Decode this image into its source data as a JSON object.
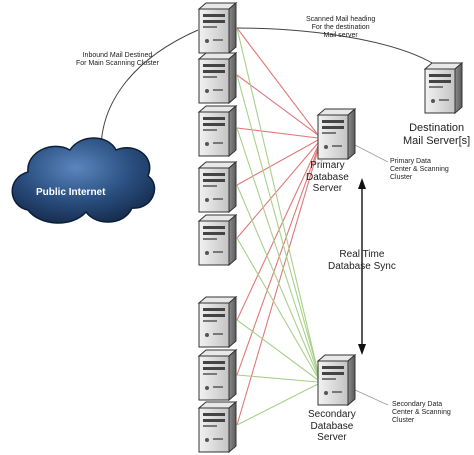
{
  "labels": {
    "inbound_line1": "Inbound Mail Destined",
    "inbound_line2": "For Main Scanning Cluster",
    "scanned_line1": "Scanned Mail heading",
    "scanned_line2": "For the destination",
    "scanned_line3": "Mail server",
    "destination_line1": "Destination",
    "destination_line2": "Mail Server[s]",
    "primary_line1": "Primary",
    "primary_line2": "Database",
    "primary_line3": "Server",
    "primary_dc_line1": "Primary Data",
    "primary_dc_line2": "Center & Scanning",
    "primary_dc_line3": "Cluster",
    "sync_line1": "Real Time",
    "sync_line2": "Database Sync",
    "secondary_line1": "Secondary",
    "secondary_line2": "Database",
    "secondary_line3": "Server",
    "secondary_dc_line1": "Secondary Data",
    "secondary_dc_line2": "Center & Scanning",
    "secondary_dc_line3": "Cluster",
    "cloud": "Public Internet"
  },
  "colors": {
    "primary_links": "#e07878",
    "secondary_links": "#a8d08a",
    "server_body": "#d9d9d9",
    "cloud": "#1f3d66"
  },
  "icons": {
    "server": "server-tower-icon",
    "cloud": "cloud-icon"
  }
}
